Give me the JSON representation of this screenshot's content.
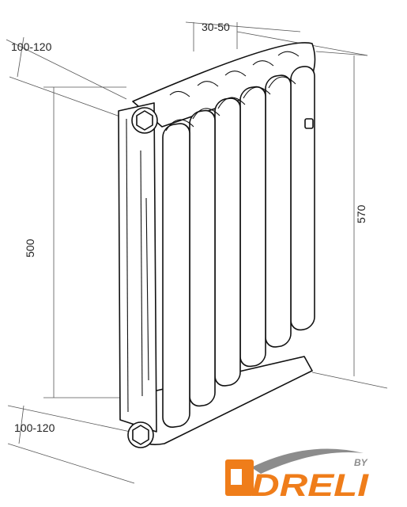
{
  "dimensions": {
    "top_depth": "100-120",
    "bottom_depth": "100-120",
    "wall_gap": "30-50",
    "center_distance": "500",
    "total_height": "570"
  },
  "logo": {
    "text": "DRELI",
    "superscript": "BY",
    "colors": {
      "orange": "#ef7d1a",
      "gray": "#8c8c8c"
    }
  }
}
